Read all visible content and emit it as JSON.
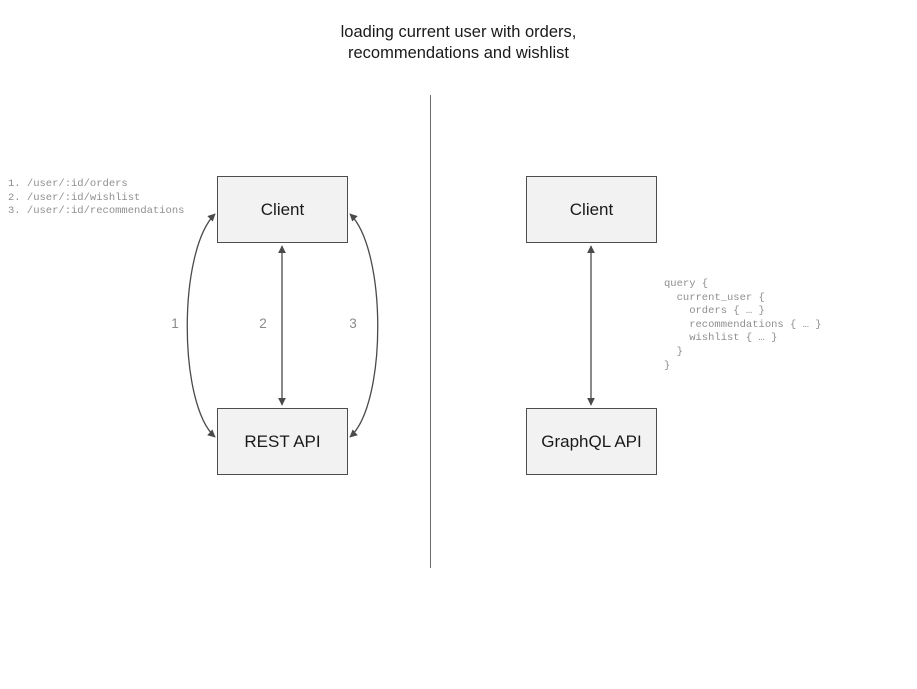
{
  "title": {
    "line1": "loading current user with orders,",
    "line2": "recommendations and wishlist"
  },
  "colors": {
    "node_fill": "#f2f2f2",
    "node_border": "#4d4d4d",
    "connector": "#4a4a4a",
    "divider": "#6b6b6b",
    "code_text": "#8f8f8f",
    "label_text": "#8a8a8a",
    "title_text": "#1a1a1a"
  },
  "rest_panel": {
    "client_node": "Client",
    "api_node": "REST API",
    "endpoints": "1. /user/:id/orders\n2. /user/:id/wishlist\n3. /user/:id/recommendations",
    "endpoint_list": [
      {
        "number": "1.",
        "path": "/user/:id/orders"
      },
      {
        "number": "2.",
        "path": "/user/:id/wishlist"
      },
      {
        "number": "3.",
        "path": "/user/:id/recommendations"
      }
    ],
    "connector_labels": [
      "1",
      "2",
      "3"
    ]
  },
  "graphql_panel": {
    "client_node": "Client",
    "api_node": "GraphQL API",
    "query": "query {\n  current_user {\n    orders { … }\n    recommendations { … }\n    wishlist { … }\n  }\n}"
  }
}
